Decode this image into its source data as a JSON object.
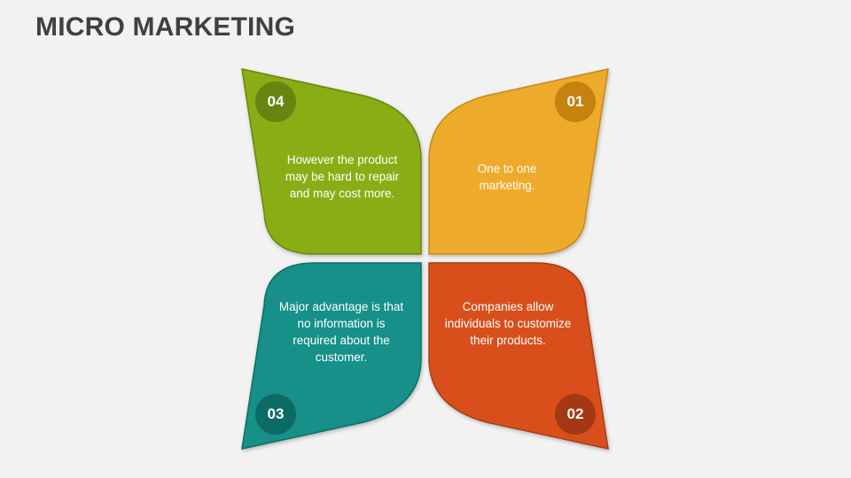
{
  "title": "MICRO MARKETING",
  "items": [
    {
      "number": "01",
      "text": "One to one marketing.",
      "color": "#eeaa2b",
      "badge_color": "#c4830f",
      "border": "#c48a14"
    },
    {
      "number": "02",
      "text": "Companies allow individuals to customize their products.",
      "color": "#d94f1a",
      "badge_color": "#a53812",
      "border": "#a83d12"
    },
    {
      "number": "03",
      "text": "Major advantage is that no information is required about the customer.",
      "color": "#139088",
      "badge_color": "#0d6b65",
      "border": "#0e6e68"
    },
    {
      "number": "04",
      "text": "However the product may be hard to repair and may cost more.",
      "color": "#8aad14",
      "badge_color": "#688411",
      "border": "#6a860f"
    }
  ]
}
